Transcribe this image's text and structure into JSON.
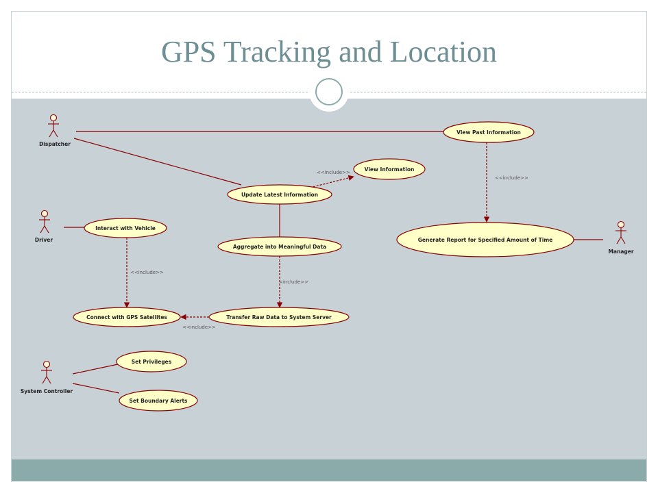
{
  "slide": {
    "title": "GPS Tracking and Location"
  },
  "diagram": {
    "actors": [
      {
        "id": "dispatcher",
        "label": "Dispatcher"
      },
      {
        "id": "driver",
        "label": "Driver"
      },
      {
        "id": "system_controller",
        "label": "System Controller"
      },
      {
        "id": "manager",
        "label": "Manager"
      }
    ],
    "use_cases": [
      {
        "id": "view_past",
        "label": "View Past Information"
      },
      {
        "id": "view_info",
        "label": "View Information"
      },
      {
        "id": "update_latest",
        "label": "Update Latest Information"
      },
      {
        "id": "interact_vehicle",
        "label": "Interact with Vehicle"
      },
      {
        "id": "aggregate",
        "label": "Aggregate into Meaningful Data"
      },
      {
        "id": "generate_report",
        "label": "Generate Report for Specified Amount of Time"
      },
      {
        "id": "connect_gps",
        "label": "Connect with GPS Satellites"
      },
      {
        "id": "transfer_raw",
        "label": "Transfer Raw Data to System Server"
      },
      {
        "id": "set_privileges",
        "label": "Set Privileges"
      },
      {
        "id": "set_boundary",
        "label": "Set Boundary Alerts"
      }
    ],
    "include_labels": {
      "update_to_view": "<<include>>",
      "past_to_report": "<<include>>",
      "interact_to_connect": "<<include>>",
      "aggregate_to_transfer": "<include>>",
      "transfer_to_connect": "<<include>>"
    },
    "colors": {
      "line": "#8b0000",
      "usecase_fill": "#ffffc8",
      "actor_fill": "#fff5d8"
    }
  }
}
